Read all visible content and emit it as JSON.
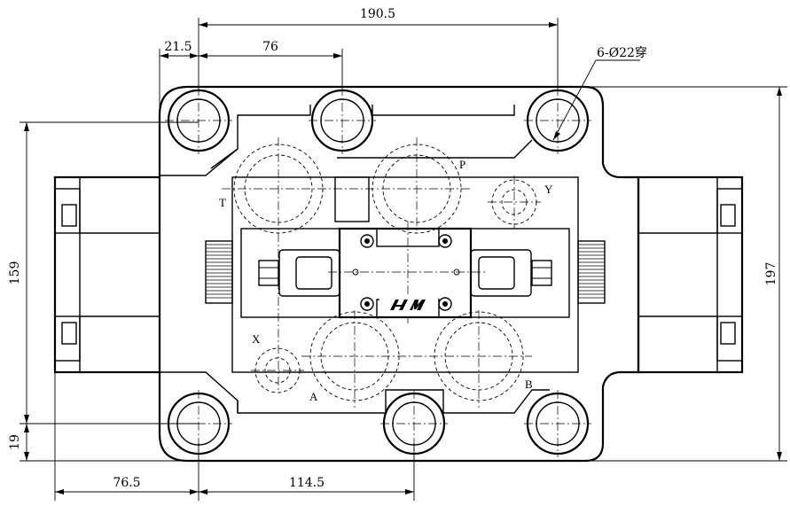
{
  "dimensions": {
    "top_overall": "190.5",
    "top_left_offset": "21.5",
    "top_spacing": "76",
    "hole_callout": "6-Ø22穿",
    "left_height": "159",
    "left_bottom": "19",
    "right_height": "197",
    "bottom_left": "76.5",
    "bottom_spacing": "114.5"
  },
  "ports": {
    "t": "T",
    "p": "P",
    "y": "Y",
    "x": "X",
    "a": "A",
    "b": "B"
  },
  "logo": {
    "text": "HM"
  }
}
